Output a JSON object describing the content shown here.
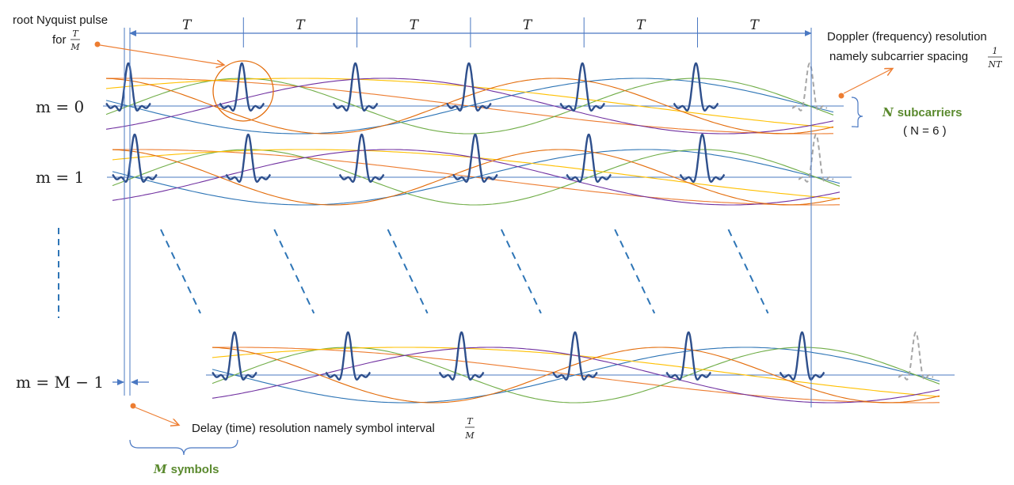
{
  "annotations": {
    "pulse_title": "root Nyquist pulse",
    "pulse_for": "for",
    "pulse_frac_num": "T",
    "pulse_frac_den": "M",
    "doppler_line1": "Doppler (frequency) resolution",
    "doppler_line2": "namely subcarrier spacing",
    "doppler_frac_num": "1",
    "doppler_frac_den": "NT",
    "delay_text": "Delay (time) resolution namely symbol interval",
    "delay_frac_num": "T",
    "delay_frac_den": "M",
    "subcarriers_N": "N",
    "subcarriers_word": "subcarriers",
    "subcarriers_count": "( N = 6 )",
    "symbols_M": "M",
    "symbols_word": "symbols"
  },
  "period_label": "T",
  "periods": 6,
  "rows": [
    {
      "label": "m = 0"
    },
    {
      "label": "m = 1"
    },
    {
      "label": "m = M − 1"
    }
  ],
  "colors": {
    "pulse": "#2e4f8c",
    "axis": "#4a78c2",
    "arrow": "#ed7d31",
    "green_text": "#5b8a2f",
    "ghost": "#a6a6a6",
    "subcarriers": [
      "#ed7d31",
      "#2e75b6",
      "#70ad47",
      "#ffc000",
      "#7030a0",
      "#e36c0a"
    ]
  }
}
